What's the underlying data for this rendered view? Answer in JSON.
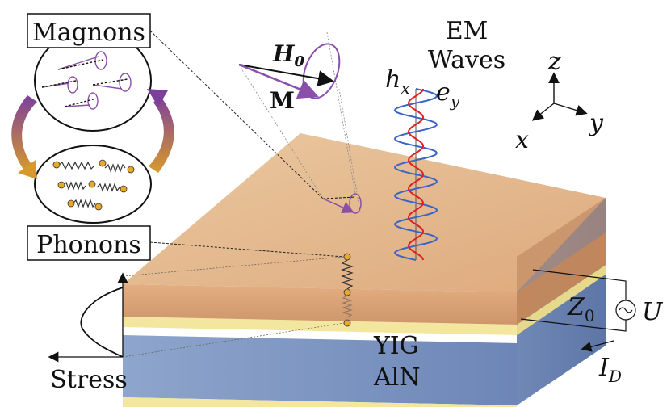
{
  "labels": {
    "magnons": "Magnons",
    "phonons": "Phonons",
    "em_line1": "EM",
    "em_line2": "Waves",
    "h0_main": "H",
    "h0_sub": "0",
    "m": "M",
    "hx_main": "h",
    "hx_sub": "x",
    "ey_main": "e",
    "ey_sub": "y",
    "axis_x": "x",
    "axis_y": "y",
    "axis_z": "z",
    "yig": "YIG",
    "aln": "AlN",
    "z0_main": "Z",
    "z0_sub": "0",
    "u": "U",
    "id_main": "I",
    "id_sub": "D",
    "stress": "Stress"
  },
  "colors": {
    "yig_top": "#e3b98a",
    "yig_front": "#dca070",
    "aln_front": "#7f97c2",
    "electrode": "#f3e7a0",
    "magnon": "#8a4fa8",
    "phonon_ball": "#e8a92a",
    "wave_h": "#3b64c8",
    "wave_e": "#e02020"
  }
}
